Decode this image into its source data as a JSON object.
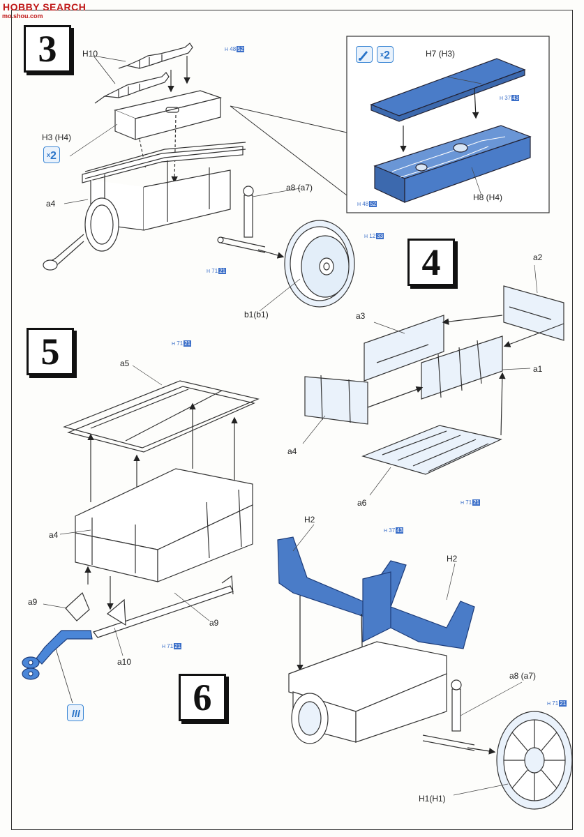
{
  "watermark": {
    "text": "HOBBY SEARCH",
    "site": "mo.shou.com"
  },
  "steps": {
    "s3": "3",
    "s4": "4",
    "s5": "5",
    "s6": "6"
  },
  "step3": {
    "labels": {
      "h10": "H10",
      "h3": "H3 (H4)",
      "a4": "a4",
      "a8": "a8 (a7)",
      "b1": "b1(b1)",
      "h7": "H7 (H3)",
      "h8": "H8 (H4)"
    },
    "qty": {
      "main": "2",
      "detail": "2",
      "x": "x"
    },
    "refs": {
      "r1": {
        "h": "H",
        "a": "48",
        "b": "52"
      },
      "r2": {
        "h": "H",
        "a": "37",
        "b": "43"
      },
      "r3": {
        "h": "H",
        "a": "48",
        "b": "52"
      },
      "r4": {
        "h": "H",
        "a": "12",
        "b": "33"
      },
      "r5": {
        "h": "H",
        "a": "71",
        "b": "21"
      }
    }
  },
  "step4": {
    "labels": {
      "a2": "a2",
      "a3": "a3",
      "a1": "a1",
      "a4": "a4",
      "a6": "a6"
    },
    "refs": {
      "r1": {
        "h": "H",
        "a": "71",
        "b": "21"
      }
    }
  },
  "step5": {
    "labels": {
      "a5": "a5",
      "a4": "a4",
      "a9l": "a9",
      "a9r": "a9",
      "a10": "a10"
    },
    "refs": {
      "r1": {
        "h": "H",
        "a": "71",
        "b": "21"
      },
      "r2": {
        "h": "H",
        "a": "71",
        "b": "21"
      }
    }
  },
  "step6": {
    "labels": {
      "h2l": "H2",
      "h2r": "H2",
      "a8": "a8 (a7)",
      "h1": "H1(H1)"
    },
    "refs": {
      "r1": {
        "h": "H",
        "a": "37",
        "b": "43"
      },
      "r2": {
        "h": "H",
        "a": "71",
        "b": "21"
      }
    }
  },
  "colors": {
    "blue_part": "#4a7cc8",
    "light_part": "#e8f1fb",
    "ref_blue": "#3a6ec8",
    "line": "#333333"
  }
}
